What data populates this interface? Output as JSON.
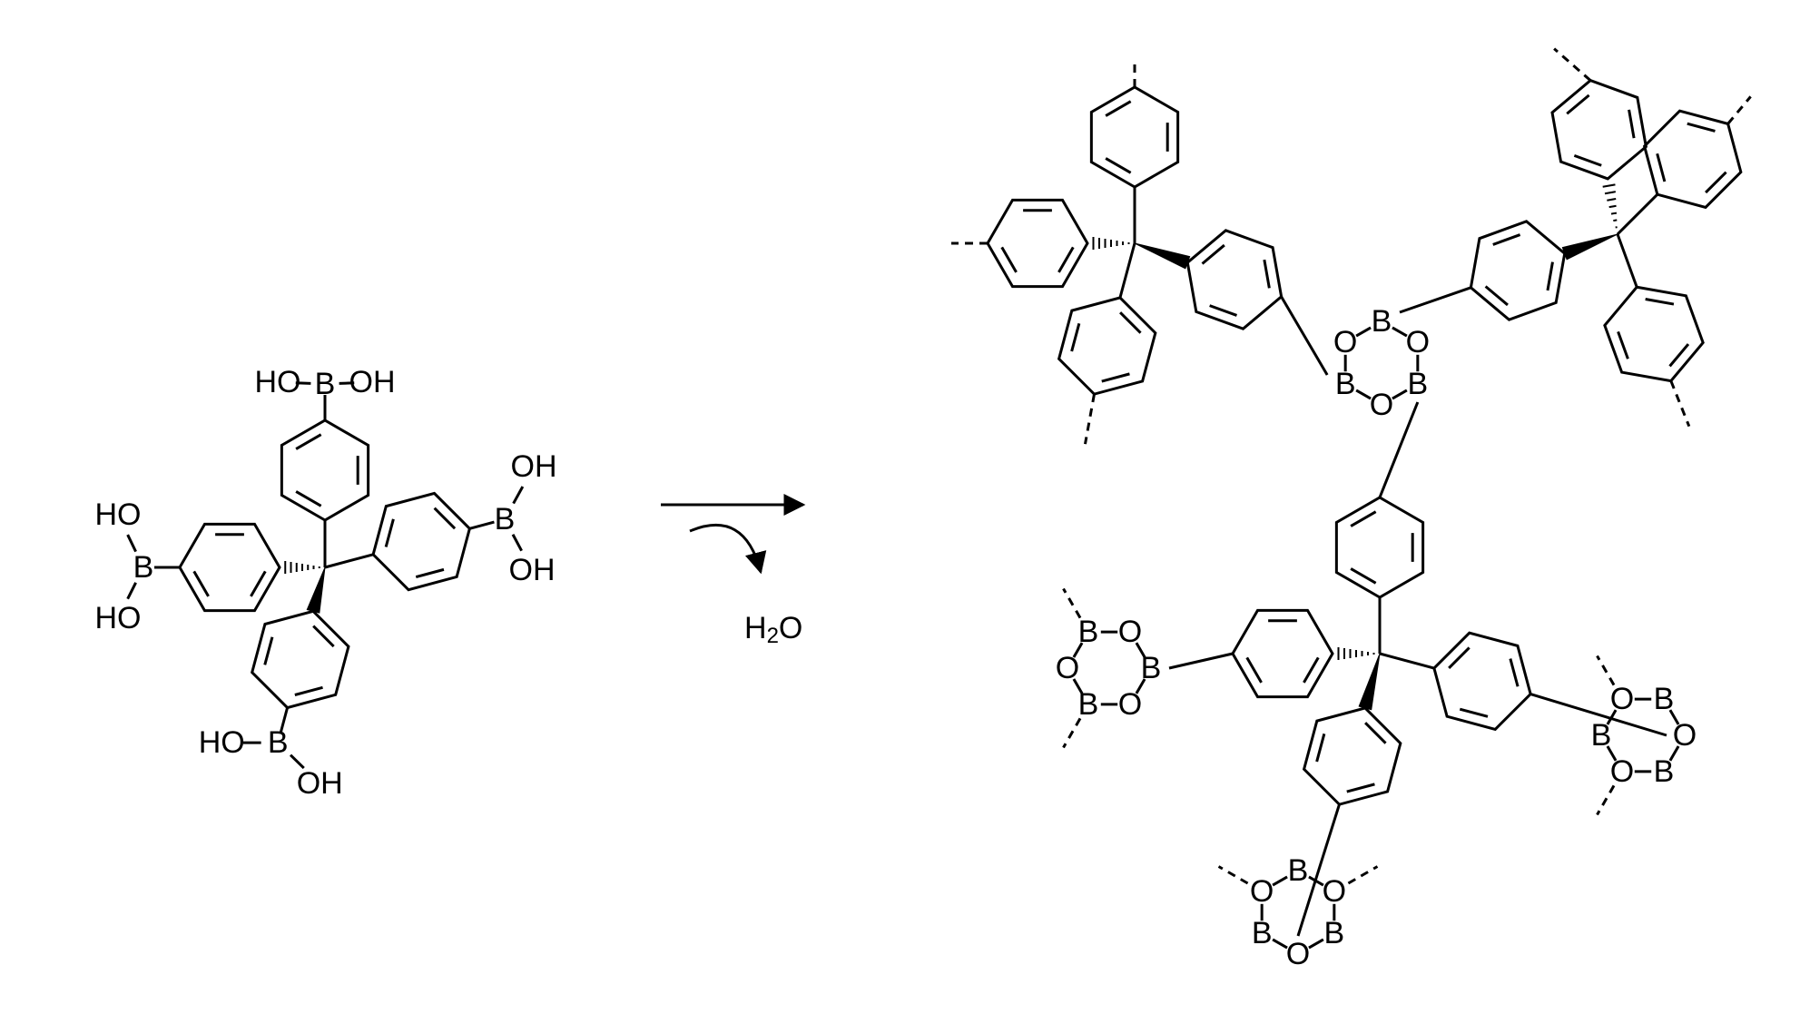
{
  "scheme": {
    "reactant": {
      "groups": [
        {
          "o1": "HO",
          "b": "B",
          "o2": "OH"
        },
        {
          "o1": "HO",
          "b": "B",
          "o2": "HO"
        },
        {
          "o1": "OH",
          "b": "B",
          "o2": "OH"
        },
        {
          "o1": "HO",
          "b": "B",
          "o2": "OH"
        }
      ]
    },
    "arrow": {
      "byproduct": "H",
      "byproduct_sub": "2",
      "byproduct_tail": "O"
    },
    "product": {
      "rings": [
        {
          "atoms": [
            "B",
            "O",
            "B",
            "O",
            "B",
            "O"
          ]
        },
        {
          "atoms": [
            "B",
            "O",
            "B",
            "O",
            "B",
            "O"
          ]
        },
        {
          "atoms": [
            "B",
            "O",
            "B",
            "O",
            "B",
            "O"
          ]
        },
        {
          "atoms": [
            "B",
            "O",
            "B",
            "O",
            "B",
            "O"
          ]
        }
      ]
    }
  }
}
